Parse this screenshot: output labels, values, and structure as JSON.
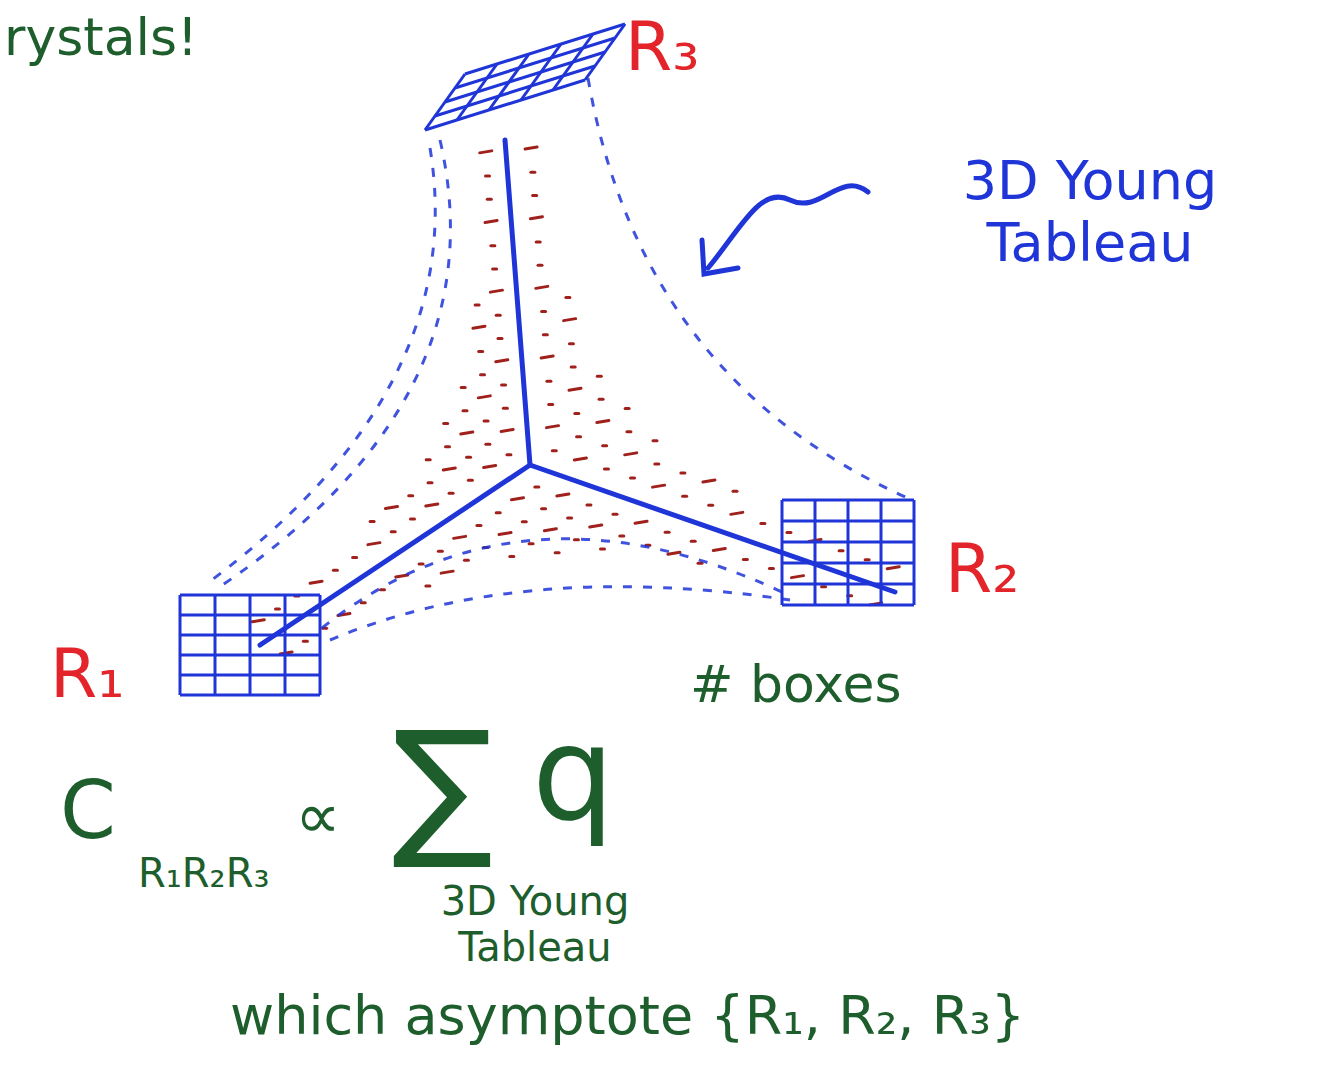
{
  "diagram": {
    "labels": [
      "rystals!",
      "R₃",
      "3D Young Tableau",
      "R₂",
      "R₁",
      "C",
      "R₁R₂R₃",
      "∝",
      "∑",
      "q",
      "# boxes",
      "3D Young Tableau",
      "which asymptote {R₁, R₂, R₃}"
    ]
  }
}
